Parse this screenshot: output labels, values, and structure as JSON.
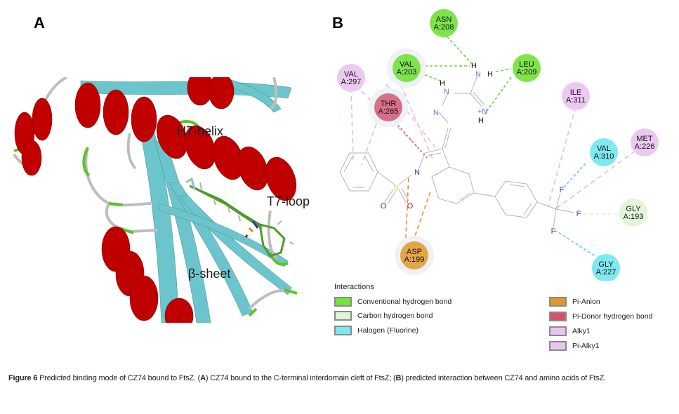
{
  "panels": {
    "a_label": "A",
    "b_label": "B"
  },
  "panel_a": {
    "structure_labels": {
      "helix": "H7-helix",
      "loop": "T7-loop",
      "sheet": "β-sheet"
    },
    "colors": {
      "helix": "#c00000",
      "sheet": "#6cc5cc",
      "coil": "#bdbdbd",
      "turn": "#5ec32a",
      "ligand": "#4f9a2a"
    }
  },
  "panel_b": {
    "residues": [
      {
        "id": "asn208",
        "name": "ASN",
        "num": "A:208",
        "type": "conventional_hbond"
      },
      {
        "id": "val203",
        "name": "VAL",
        "num": "A:203",
        "type": "conventional_hbond"
      },
      {
        "id": "leu209",
        "name": "LEU",
        "num": "A:209",
        "type": "conventional_hbond"
      },
      {
        "id": "val297",
        "name": "VAL",
        "num": "A:297",
        "type": "alkyl"
      },
      {
        "id": "thr265",
        "name": "THR",
        "num": "A:265",
        "type": "pi_donor_hbond"
      },
      {
        "id": "ile311",
        "name": "ILE",
        "num": "A:311",
        "type": "alkyl"
      },
      {
        "id": "met226",
        "name": "MET",
        "num": "A:226",
        "type": "alkyl"
      },
      {
        "id": "val310",
        "name": "VAL",
        "num": "A:310",
        "type": "halogen"
      },
      {
        "id": "gly193",
        "name": "GLY",
        "num": "A:193",
        "type": "carbon_hbond"
      },
      {
        "id": "gly227",
        "name": "GLY",
        "num": "A:227",
        "type": "halogen"
      },
      {
        "id": "asp199",
        "name": "ASP",
        "num": "A:199",
        "type": "pi_anion"
      }
    ],
    "atoms": {
      "H1": "H",
      "H2": "H",
      "H3": "H",
      "H4": "H",
      "N1": "N",
      "N2": "N",
      "N3": "N",
      "N4": "+N",
      "N5": "N",
      "S": "S",
      "O1": "O",
      "O2": "O",
      "F1": "F",
      "F2": "F",
      "F3": "F"
    }
  },
  "legend": {
    "title": "Interactions",
    "items": [
      {
        "label": "Conventional hydrogen bond",
        "color": "#73e63a"
      },
      {
        "label": "Carbon hydrogen bond",
        "color": "#dcf5d4"
      },
      {
        "label": "Halogen (Fluorine)",
        "color": "#7de8f0"
      },
      {
        "label": "Pi-Anion",
        "color": "#e0962a"
      },
      {
        "label": "Pi-Donor hydrogen bond",
        "color": "#d9506e"
      },
      {
        "label": "Alky1",
        "color": "#ebc4f0"
      },
      {
        "label": "Pi-Alky1",
        "color": "#ebc4f0"
      }
    ]
  },
  "caption": {
    "figure_label": "Figure 6",
    "text_1": " Predicted binding mode of CZ74 bound to FtsZ. (",
    "a": "A",
    "text_2": ") CZ74 bound to the C-terminal interdomain cleft of FtsZ; (",
    "b": "B",
    "text_3": ") predicted interaction between CZ74 and amino acids of FtsZ."
  }
}
